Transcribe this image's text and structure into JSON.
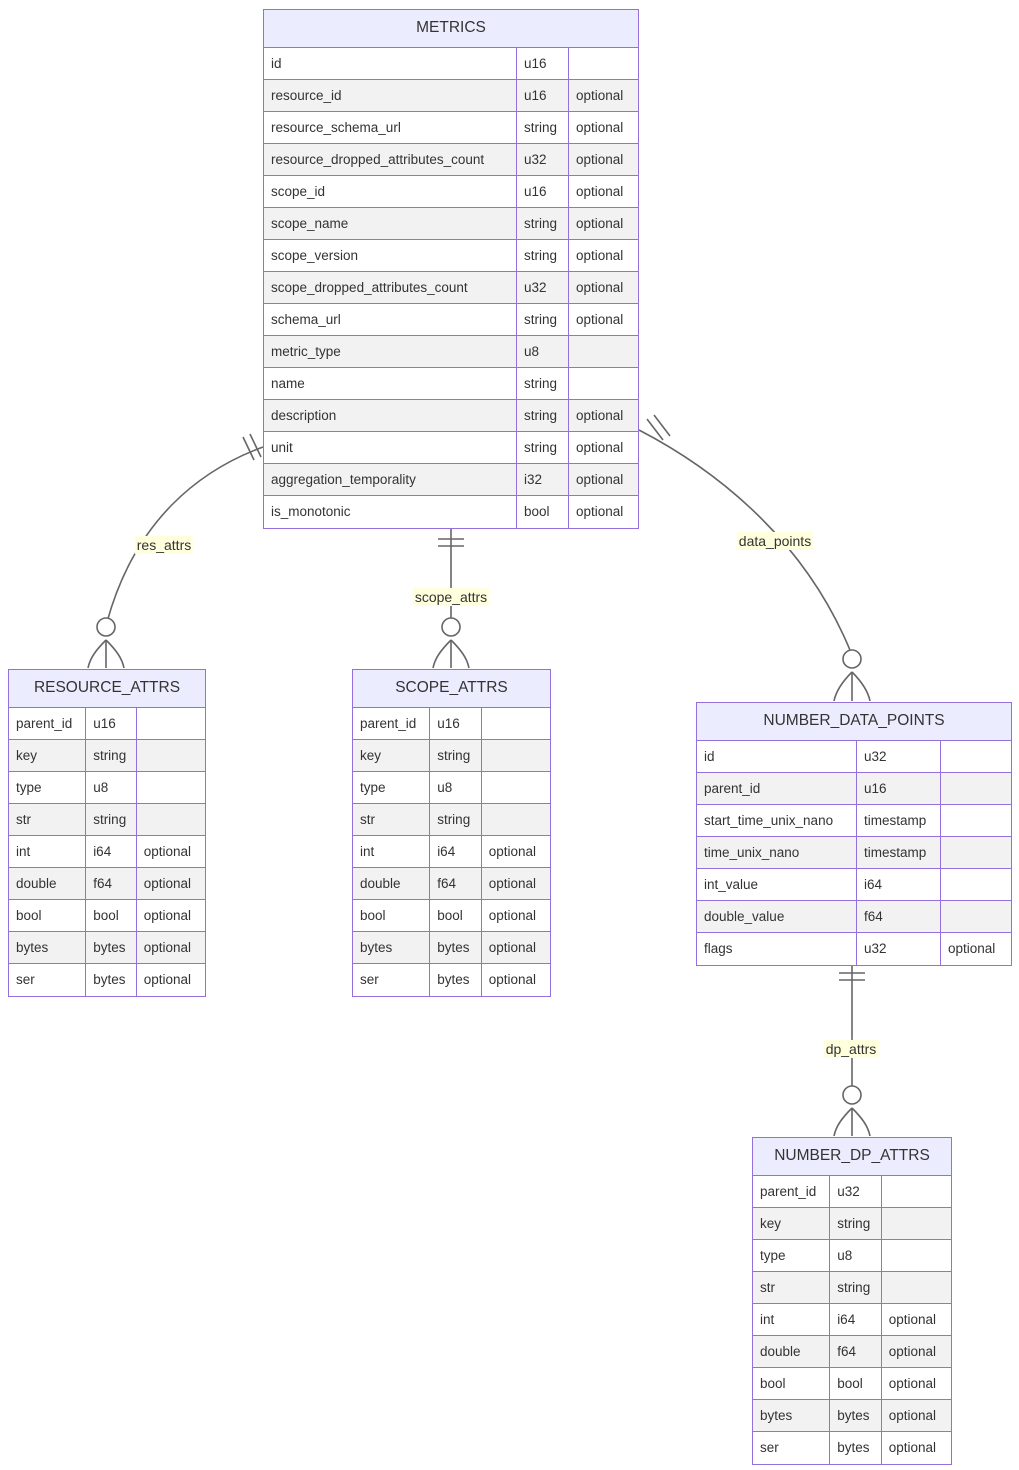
{
  "diagram": {
    "type": "entity-relationship-diagram",
    "notation": "crow's-foot",
    "colors": {
      "entity_header_bg": "#ECECFF",
      "entity_border": "#9370DB",
      "row_alt_bg": "#F2F2F2",
      "edge_stroke": "#666666",
      "label_bg": "#FFFFDE",
      "text": "#333333",
      "page_bg": "#FFFFFF"
    },
    "columns": [
      "field",
      "type",
      "modifier"
    ]
  },
  "entities": {
    "metrics": {
      "title": "METRICS",
      "rows": [
        {
          "field": "id",
          "type": "u16",
          "modifier": ""
        },
        {
          "field": "resource_id",
          "type": "u16",
          "modifier": "optional"
        },
        {
          "field": "resource_schema_url",
          "type": "string",
          "modifier": "optional"
        },
        {
          "field": "resource_dropped_attributes_count",
          "type": "u32",
          "modifier": "optional"
        },
        {
          "field": "scope_id",
          "type": "u16",
          "modifier": "optional"
        },
        {
          "field": "scope_name",
          "type": "string",
          "modifier": "optional"
        },
        {
          "field": "scope_version",
          "type": "string",
          "modifier": "optional"
        },
        {
          "field": "scope_dropped_attributes_count",
          "type": "u32",
          "modifier": "optional"
        },
        {
          "field": "schema_url",
          "type": "string",
          "modifier": "optional"
        },
        {
          "field": "metric_type",
          "type": "u8",
          "modifier": ""
        },
        {
          "field": "name",
          "type": "string",
          "modifier": ""
        },
        {
          "field": "description",
          "type": "string",
          "modifier": "optional"
        },
        {
          "field": "unit",
          "type": "string",
          "modifier": "optional"
        },
        {
          "field": "aggregation_temporality",
          "type": "i32",
          "modifier": "optional"
        },
        {
          "field": "is_monotonic",
          "type": "bool",
          "modifier": "optional"
        }
      ]
    },
    "resource_attrs": {
      "title": "RESOURCE_ATTRS",
      "rows": [
        {
          "field": "parent_id",
          "type": "u16",
          "modifier": ""
        },
        {
          "field": "key",
          "type": "string",
          "modifier": ""
        },
        {
          "field": "type",
          "type": "u8",
          "modifier": ""
        },
        {
          "field": "str",
          "type": "string",
          "modifier": ""
        },
        {
          "field": "int",
          "type": "i64",
          "modifier": "optional"
        },
        {
          "field": "double",
          "type": "f64",
          "modifier": "optional"
        },
        {
          "field": "bool",
          "type": "bool",
          "modifier": "optional"
        },
        {
          "field": "bytes",
          "type": "bytes",
          "modifier": "optional"
        },
        {
          "field": "ser",
          "type": "bytes",
          "modifier": "optional"
        }
      ]
    },
    "scope_attrs": {
      "title": "SCOPE_ATTRS",
      "rows": [
        {
          "field": "parent_id",
          "type": "u16",
          "modifier": ""
        },
        {
          "field": "key",
          "type": "string",
          "modifier": ""
        },
        {
          "field": "type",
          "type": "u8",
          "modifier": ""
        },
        {
          "field": "str",
          "type": "string",
          "modifier": ""
        },
        {
          "field": "int",
          "type": "i64",
          "modifier": "optional"
        },
        {
          "field": "double",
          "type": "f64",
          "modifier": "optional"
        },
        {
          "field": "bool",
          "type": "bool",
          "modifier": "optional"
        },
        {
          "field": "bytes",
          "type": "bytes",
          "modifier": "optional"
        },
        {
          "field": "ser",
          "type": "bytes",
          "modifier": "optional"
        }
      ]
    },
    "number_data_points": {
      "title": "NUMBER_DATA_POINTS",
      "rows": [
        {
          "field": "id",
          "type": "u32",
          "modifier": ""
        },
        {
          "field": "parent_id",
          "type": "u16",
          "modifier": ""
        },
        {
          "field": "start_time_unix_nano",
          "type": "timestamp",
          "modifier": ""
        },
        {
          "field": "time_unix_nano",
          "type": "timestamp",
          "modifier": ""
        },
        {
          "field": "int_value",
          "type": "i64",
          "modifier": ""
        },
        {
          "field": "double_value",
          "type": "f64",
          "modifier": ""
        },
        {
          "field": "flags",
          "type": "u32",
          "modifier": "optional"
        }
      ]
    },
    "number_dp_attrs": {
      "title": "NUMBER_DP_ATTRS",
      "rows": [
        {
          "field": "parent_id",
          "type": "u32",
          "modifier": ""
        },
        {
          "field": "key",
          "type": "string",
          "modifier": ""
        },
        {
          "field": "type",
          "type": "u8",
          "modifier": ""
        },
        {
          "field": "str",
          "type": "string",
          "modifier": ""
        },
        {
          "field": "int",
          "type": "i64",
          "modifier": "optional"
        },
        {
          "field": "double",
          "type": "f64",
          "modifier": "optional"
        },
        {
          "field": "bool",
          "type": "bool",
          "modifier": "optional"
        },
        {
          "field": "bytes",
          "type": "bytes",
          "modifier": "optional"
        },
        {
          "field": "ser",
          "type": "bytes",
          "modifier": "optional"
        }
      ]
    }
  },
  "relationships": [
    {
      "id": "res_attrs",
      "label": "res_attrs",
      "from": "METRICS",
      "to": "RESOURCE_ATTRS",
      "from_cardinality": "exactly-one",
      "to_cardinality": "zero-or-many"
    },
    {
      "id": "scope_attrs",
      "label": "scope_attrs",
      "from": "METRICS",
      "to": "SCOPE_ATTRS",
      "from_cardinality": "exactly-one",
      "to_cardinality": "zero-or-many"
    },
    {
      "id": "data_points",
      "label": "data_points",
      "from": "METRICS",
      "to": "NUMBER_DATA_POINTS",
      "from_cardinality": "exactly-one",
      "to_cardinality": "zero-or-many"
    },
    {
      "id": "dp_attrs",
      "label": "dp_attrs",
      "from": "NUMBER_DATA_POINTS",
      "to": "NUMBER_DP_ATTRS",
      "from_cardinality": "exactly-one",
      "to_cardinality": "zero-or-many"
    }
  ]
}
